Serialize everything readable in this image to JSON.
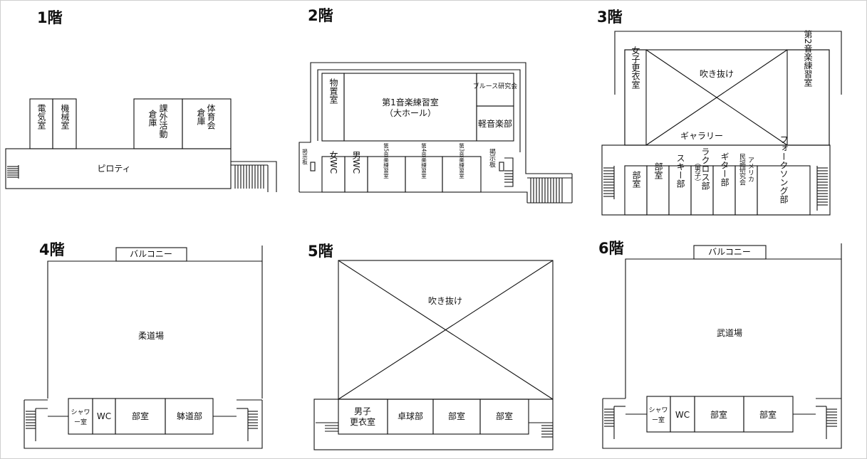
{
  "floors": {
    "f1": {
      "title": "1階",
      "rooms": {
        "denki": "電気室",
        "kikai": "機械室",
        "kagai": "課外活動",
        "souko1": "倉庫",
        "tai": "体育会",
        "souko2": "倉庫",
        "piloti": "ピロティ"
      }
    },
    "f2": {
      "title": "2階",
      "rooms": {
        "bucchi": "物置室",
        "main_a": "第1音楽練習室",
        "main_b": "（大ホール）",
        "blues": "ブルース研究会",
        "keion": "軽音楽部",
        "wc_w": "女WC",
        "wc_m": "男WC",
        "r5": "第5音楽練習室",
        "r4": "第4音楽練習室",
        "r3": "第3音楽練習室",
        "board_l": "掲示板",
        "board_r": "掲示板"
      }
    },
    "f3": {
      "title": "3階",
      "rooms": {
        "locker": "女子更衣室",
        "fukinuke": "吹き抜け",
        "gallery": "ギャラリー",
        "r2": "第2音楽練習室",
        "bu1": "部室",
        "bu2": "部室",
        "ski": "スキー部",
        "lacrosse": "ラクロス部",
        "lacrosse_note": "（男子）",
        "guitar": "ギター部",
        "minyo_a": "アメリカ",
        "minyo_b": "民謡研究会",
        "folk": "フォークソング部"
      }
    },
    "f4": {
      "title": "4階",
      "rooms": {
        "balcony": "バルコニー",
        "judo": "柔道場",
        "shower_a": "シャワ",
        "shower_b": "ー室",
        "wc": "WC",
        "bushitsu": "部室",
        "kyudo": "躰道部"
      }
    },
    "f5": {
      "title": "5階",
      "rooms": {
        "fukinuke": "吹き抜け",
        "locker_a": "男子",
        "locker_b": "更衣室",
        "pingpong": "卓球部",
        "bu1": "部室",
        "bu2": "部室"
      }
    },
    "f6": {
      "title": "6階",
      "rooms": {
        "balcony": "バルコニー",
        "budo": "武道場",
        "shower_a": "シャワ",
        "shower_b": "ー室",
        "wc": "WC",
        "bu1": "部室",
        "bu2": "部室"
      }
    }
  }
}
